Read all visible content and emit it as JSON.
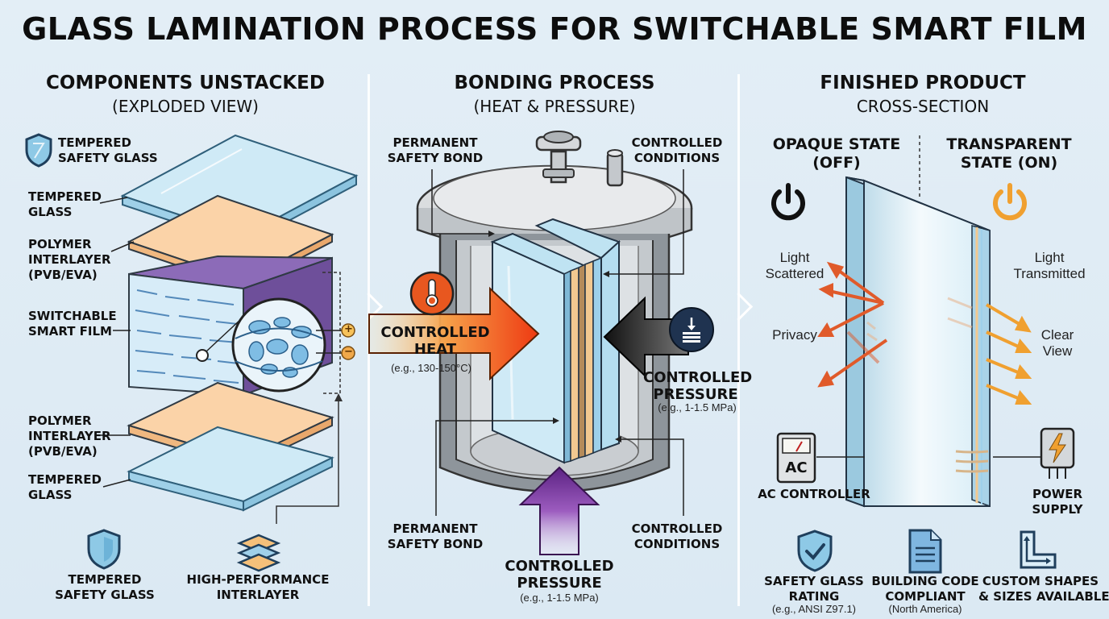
{
  "title": "GLASS LAMINATION PROCESS FOR SWITCHABLE SMART FILM",
  "sections": {
    "components": {
      "heading": "COMPONENTS UNSTACKED",
      "subheading": "(EXPLODED VIEW)",
      "layers": [
        {
          "label": "TEMPERED\nSAFETY GLASS"
        },
        {
          "label": "TEMPERED\nGLASS"
        },
        {
          "label": "POLYMER\nINTERLAYER\n(PVB/EVA)"
        },
        {
          "label": "SWITCHABLE\nSMART FILM"
        },
        {
          "label": "POLYMER\nINTERLAYER\n(PVB/EVA)"
        },
        {
          "label": "TEMPERED\nGLASS"
        }
      ],
      "badges": [
        {
          "label": "TEMPERED\nSAFETY GLASS",
          "icon": "shield-icon"
        },
        {
          "label": "HIGH-PERFORMANCE\nINTERLAYER",
          "icon": "layers-icon"
        }
      ],
      "polarity": [
        "+",
        "−"
      ]
    },
    "bonding": {
      "heading": "BONDING PROCESS",
      "subheading": "(HEAT & PRESSURE)",
      "callouts": [
        {
          "label": "PERMANENT\nSAFETY BOND"
        },
        {
          "label": "CONTROLLED\nCONDITIONS"
        },
        {
          "label": "PERMANENT\nSAFETY BOND"
        },
        {
          "label": "CONTROLLED\nCONDITIONS"
        }
      ],
      "heat": {
        "label": "CONTROLLED\nHEAT",
        "note": "(e.g., 130-150°C)",
        "icon": "thermometer-icon"
      },
      "side_pressure": {
        "label": "CONTROLLED\nPRESSURE",
        "note": "(e.g., 1-1.5 MPa)",
        "icon": "press-icon"
      },
      "bottom_pressure": {
        "label": "CONTROLLED\nPRESSURE",
        "note": "(e.g., 1-1.5 MPa)"
      }
    },
    "finished": {
      "heading": "FINISHED PRODUCT",
      "subheading": "CROSS-SECTION",
      "opaque": {
        "state": "OPAQUE STATE\n(OFF)",
        "icon": "power-off-icon"
      },
      "transparent": {
        "state": "TRANSPARENT\nSTATE (ON)",
        "icon": "power-on-icon"
      },
      "left_notes": [
        "Light\nScattered",
        "Privacy"
      ],
      "right_notes": [
        "Light\nTransmitted",
        "Clear\nView"
      ],
      "controller": {
        "label": "AC CONTROLLER",
        "display": "AC"
      },
      "power": {
        "label": "POWER\nSUPPLY"
      },
      "badges": [
        {
          "label": "SAFETY GLASS\nRATING",
          "note": "(e.g., ANSI Z97.1)",
          "icon": "shield-check-icon"
        },
        {
          "label": "BUILDING CODE\nCOMPLIANT",
          "note": "(North America)",
          "icon": "document-icon"
        },
        {
          "label": "CUSTOM SHAPES\n& SIZES AVAILABLE",
          "note": "",
          "icon": "custom-shape-icon"
        }
      ]
    }
  },
  "colors": {
    "glass": "#bfe3f2",
    "glass_edge": "#6fb3d6",
    "interlayer": "#f8c99a",
    "smart_film": "#8c6bb8",
    "heat_arrow": "#f06a1d",
    "pressure_arrow": "#1a1a1a",
    "bottom_arrow": "#6a2f8f",
    "scatter_arrow": "#e05a2a",
    "transmit_arrow": "#f0a030",
    "vessel": "#8e959b"
  }
}
